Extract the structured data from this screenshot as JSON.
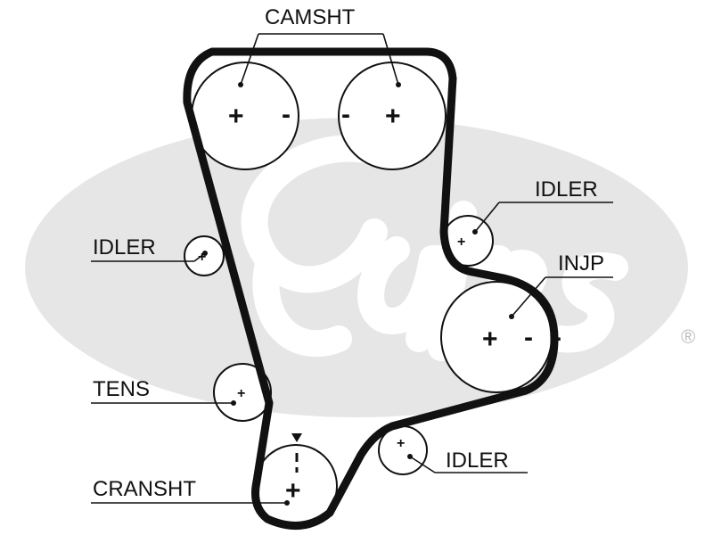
{
  "diagram": {
    "labels": {
      "camshaft": "CAMSHT",
      "idler_left": "IDLER",
      "idler_right_top": "IDLER",
      "injection_pump": "INJP",
      "tensioner": "TENS",
      "crankshaft": "CRANSHT",
      "idler_bottom": "IDLER"
    },
    "signs": {
      "plus": "+",
      "minus": "-"
    },
    "trademark": "®",
    "colors": {
      "belt": "#111111",
      "watermark": "#e6e6e6",
      "line": "#111111"
    }
  }
}
